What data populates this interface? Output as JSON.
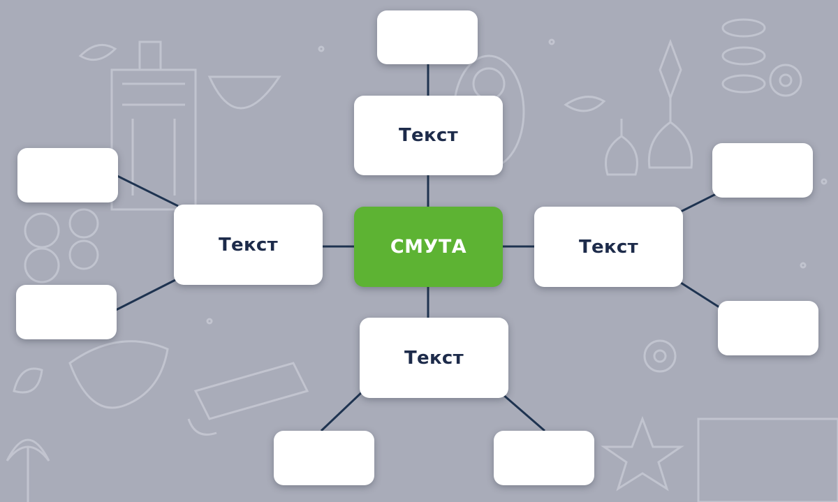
{
  "diagram": {
    "center_label": "СМУТА",
    "colors": {
      "background": "#a9acb9",
      "center": "#5db333",
      "node": "#ffffff",
      "text": "#1d2b4a",
      "edge": "#1e3350"
    },
    "branches": [
      {
        "label": "Текст",
        "direction": "top",
        "leaves": 1
      },
      {
        "label": "Текст",
        "direction": "left",
        "leaves": 2
      },
      {
        "label": "Текст",
        "direction": "right",
        "leaves": 2
      },
      {
        "label": "Текст",
        "direction": "bottom",
        "leaves": 2
      }
    ],
    "leaves": [
      "",
      "",
      "",
      "",
      "",
      "",
      ""
    ]
  }
}
